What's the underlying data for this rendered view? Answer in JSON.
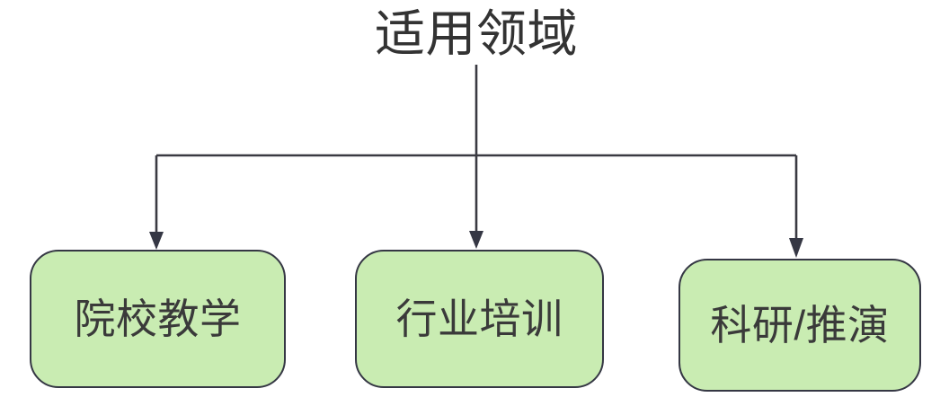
{
  "diagram": {
    "type": "tree",
    "orientation": "top-down",
    "root": {
      "label": "适用领域"
    },
    "children": [
      {
        "label": "院校教学"
      },
      {
        "label": "行业培训"
      },
      {
        "label": "科研/推演"
      }
    ],
    "colors": {
      "node_fill": "#c9ecb2",
      "node_border": "#353744",
      "node_text": "#3a3a3a",
      "root_text": "#333333",
      "connector": "#3a3a42",
      "background": "#ffffff"
    }
  }
}
